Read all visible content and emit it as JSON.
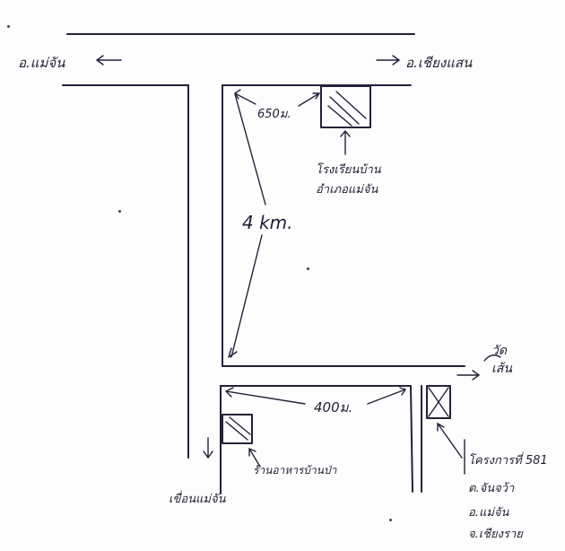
{
  "labels": {
    "to_mae_chan": "อ.แม่จัน",
    "to_chiang_saen": "อ.เชียงแสน",
    "dist_650": "650ม.",
    "school": "โรงเรียนบ้าน",
    "school_line2": "อำเภอแม่จัน",
    "dist_4km": "4 km.",
    "to_village": "วัด",
    "to_village_line2": "เส้น",
    "dist_400": "400ม.",
    "shrine": "ร้านอาหารบ้านป่า",
    "down_road": "เขื่อนแม่จัน",
    "address_line1": "โครงการที่ 581",
    "address_line2": "ต.จันจว้า",
    "address_line3": "อ.แม่จัน",
    "address_line4": "จ.เชียงราย"
  }
}
